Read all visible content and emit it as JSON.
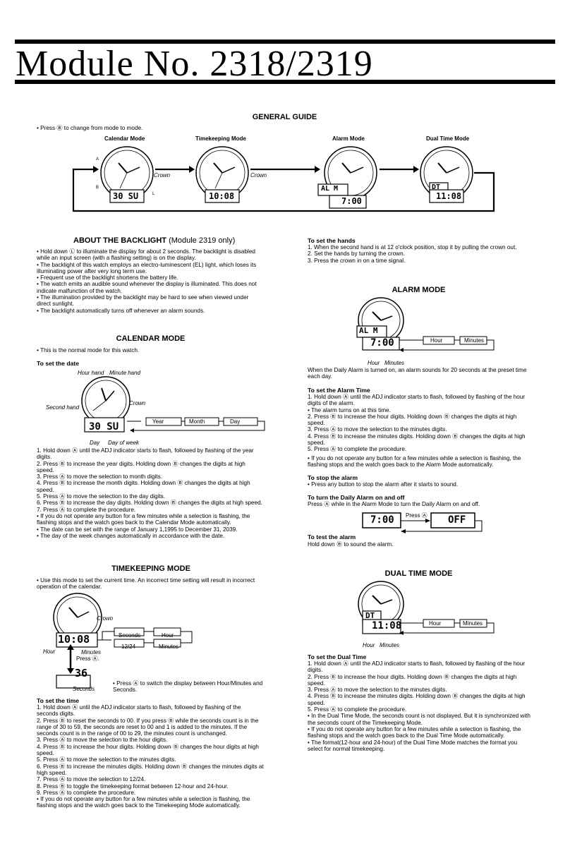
{
  "header": {
    "title": "Module No. 2318/2319"
  },
  "general_guide": {
    "heading": "GENERAL GUIDE",
    "intro": "• Press Ⓑ to change from mode to mode.",
    "modes": [
      "Calendar Mode",
      "Timekeeping Mode",
      "Alarm Mode",
      "Dual Time Mode"
    ],
    "crown_label": "Crown",
    "btn_a": "A",
    "btn_b": "B",
    "btn_l": "L",
    "calendar_display": "30 SU",
    "time_display": "10:08",
    "alarm_upper": "AL M",
    "alarm_lower": "7:00",
    "dual_upper": "DT",
    "dual_lower": "11:08"
  },
  "backlight": {
    "heading": "ABOUT THE BACKLIGHT",
    "heading_note": "(Module 2319 only)",
    "items": [
      "• Hold down Ⓛ to illuminate the display for about 2 seconds. The backlight is disabled while an input screen (with a flashing setting) is on the display.",
      "• The backlight of this watch employs an electro-luminescent (EL) light, which loses its illuminating power after very long term use.",
      "• Frequent use of the backlight shortens the battery life.",
      "• The watch emits an audible sound whenever the display is illuminated. This does not indicate malfunction of the watch.",
      "• The illumination provided by the backlight may be hard to see when viewed under direct sunlight.",
      "• The backlight automatically turns off whenever an alarm sounds."
    ]
  },
  "calendar": {
    "heading": "CALENDAR MODE",
    "intro": "• This is the normal mode for this watch.",
    "set_date": "To set the date",
    "labels": {
      "hour_hand": "Hour hand",
      "minute_hand": "Minute hand",
      "second_hand": "Second hand",
      "crown": "Crown",
      "day": "Day",
      "day_of_week": "Day of week"
    },
    "flow": [
      "Year",
      "Month",
      "Day"
    ],
    "steps": [
      "1. Hold down Ⓐ until the ADJ indicator starts to flash, followed by flashing of the year digits.",
      "2. Press Ⓑ to increase the year digits. Holding down Ⓑ changes the digits at high speed.",
      "3. Press Ⓐ to move the selection to month digits.",
      "4. Press Ⓑ to increase the month digits. Holding down Ⓑ changes the digits at high speed.",
      "5. Press Ⓐ to move the selection to the day digits.",
      "6. Press Ⓑ to increase the day digits.  Holding down Ⓑ changes the digits at high speed.",
      "7. Press Ⓐ to complete the procedure.",
      "• If you do not operate any button for a few minutes while a selection is flashing, the flashing stops and the watch goes back to the Calendar Mode automatically.",
      "• The date can be set with the range of January 1,1995 to December 31, 2039.",
      "• The day of the week changes automatically in accordance with the date."
    ]
  },
  "timekeeping": {
    "heading": "TIMEKEEPING MODE",
    "intro": "• Use this mode to set the current time. An incorrect time setting will result in incorrect operation of the calendar.",
    "labels": {
      "crown": "Crown",
      "hour": "Hour",
      "minutes": "Minutes",
      "press_a": "Press Ⓐ.",
      "seconds": "Seconds"
    },
    "flow": [
      "Seconds",
      "Hour",
      "12/24",
      "Minutes"
    ],
    "seconds_display": "36",
    "switch_note": "• Press Ⓐ to switch the display between Hour/Minutes and Seconds.",
    "set_time": "To set the time",
    "steps": [
      "1. Hold down Ⓐ until the ADJ indicator starts to flash, followed by flashing of the seconds digits.",
      "2. Press Ⓑ to reset the seconds to 00. If you press Ⓑ while the seconds count is in the range of 30 to 59, the seconds are reset to 00 and 1 is added to the minutes. If the seconds count is in the range of 00 to 29, the minutes count is unchanged.",
      "3. Press Ⓐ to move the selection to the hour digits.",
      "4. Press Ⓑ to increase the hour digits. Holding down Ⓑ changes the hour digits at high speed.",
      "5. Press Ⓐ to move the selection to the minutes digits.",
      "6. Press Ⓑ to increase the minutes digits. Holding down Ⓑ changes the minutes digits at high speed.",
      "7. Press Ⓐ to move the selection to 12/24.",
      "8. Press Ⓑ to toggle the timekeeping format between 12-hour and 24-hour.",
      "9. Press Ⓐ to complete the procedure.",
      "• If you do not operate any button for a few minutes while a selection is flashing, the flashing stops and the watch goes back to the Timekeeping Mode automatically."
    ]
  },
  "hands": {
    "heading": "To set the hands",
    "steps": [
      "1. When the second hand is at 12 o'clock position, stop it by pulling the crown out.",
      "2. Set the hands by turning the crown.",
      "3. Press the crown in on a time signal."
    ]
  },
  "alarm": {
    "heading": "ALARM MODE",
    "flow": [
      "Hour",
      "Minutes"
    ],
    "labels": {
      "hour": "Hour",
      "minutes": "Minutes"
    },
    "intro": "When the Daily Alarm is turned on, an alarm sounds for 20 seconds at the preset time each day.",
    "set_time": "To set the Alarm Time",
    "steps": [
      "1. Hold down Ⓐ until the ADJ indicator starts to flash, followed by flashing of the hour digits of the alarm.",
      "• The alarm turns on at this time.",
      "2. Press Ⓑ to increase the hour digits. Holding down Ⓑ changes the digits at high speed.",
      "3. Press Ⓐ to move the selection to the minutes digits.",
      "4. Press Ⓑ to increase the minutes digits. Holding down Ⓑ changes the digits at high speed.",
      "5. Press Ⓐ to complete the procedure.",
      "• If you do not operate any button for a few minutes while a selection is flashing, the flashing stops and the watch goes back to the Alarm Mode automatically."
    ],
    "stop_heading": "To stop the alarm",
    "stop_text": "• Press any button to stop the alarm after it starts to sound.",
    "toggle_heading": "To turn the Daily Alarm on and off",
    "toggle_text": "Press Ⓐ while in the Alarm Mode to turn the Daily Alarm on and off.",
    "toggle_press": "Press Ⓐ",
    "on_display": "7:00",
    "off_display": "OFF",
    "test_heading": "To test the alarm",
    "test_text": "Hold down Ⓑ to sound the alarm."
  },
  "dual": {
    "heading": "DUAL TIME MODE",
    "flow": [
      "Hour",
      "Minutes"
    ],
    "labels": {
      "hour": "Hour",
      "minutes": "Minutes"
    },
    "set_heading": "To set the Dual Time",
    "steps": [
      "1. Hold down Ⓐ until the ADJ indicator starts to flash, followed by flashing of the hour digits.",
      "2. Press Ⓑ to increase the hour digits. Holding down Ⓑ changes the digits at high speed.",
      "3. Press Ⓐ to move the selection to the minutes digits.",
      "4. Press Ⓑ to increase the minutes digits. Holding down Ⓑ changes the digits at high speed.",
      "5. Press Ⓐ to complete the procedure.",
      "• In the Dual Time Mode, the seconds count is not displayed. But it is synchronized with the seconds count of the Timekeeping Mode.",
      "• If you do not operate any button for a few minutes while a selection is flashing, the flashing stops and the watch goes back to the Dual Time Mode automatically.",
      "• The format(12-hour and 24-hour) of the Dual Time Mode matches the format you select for normal timekeeping."
    ]
  }
}
